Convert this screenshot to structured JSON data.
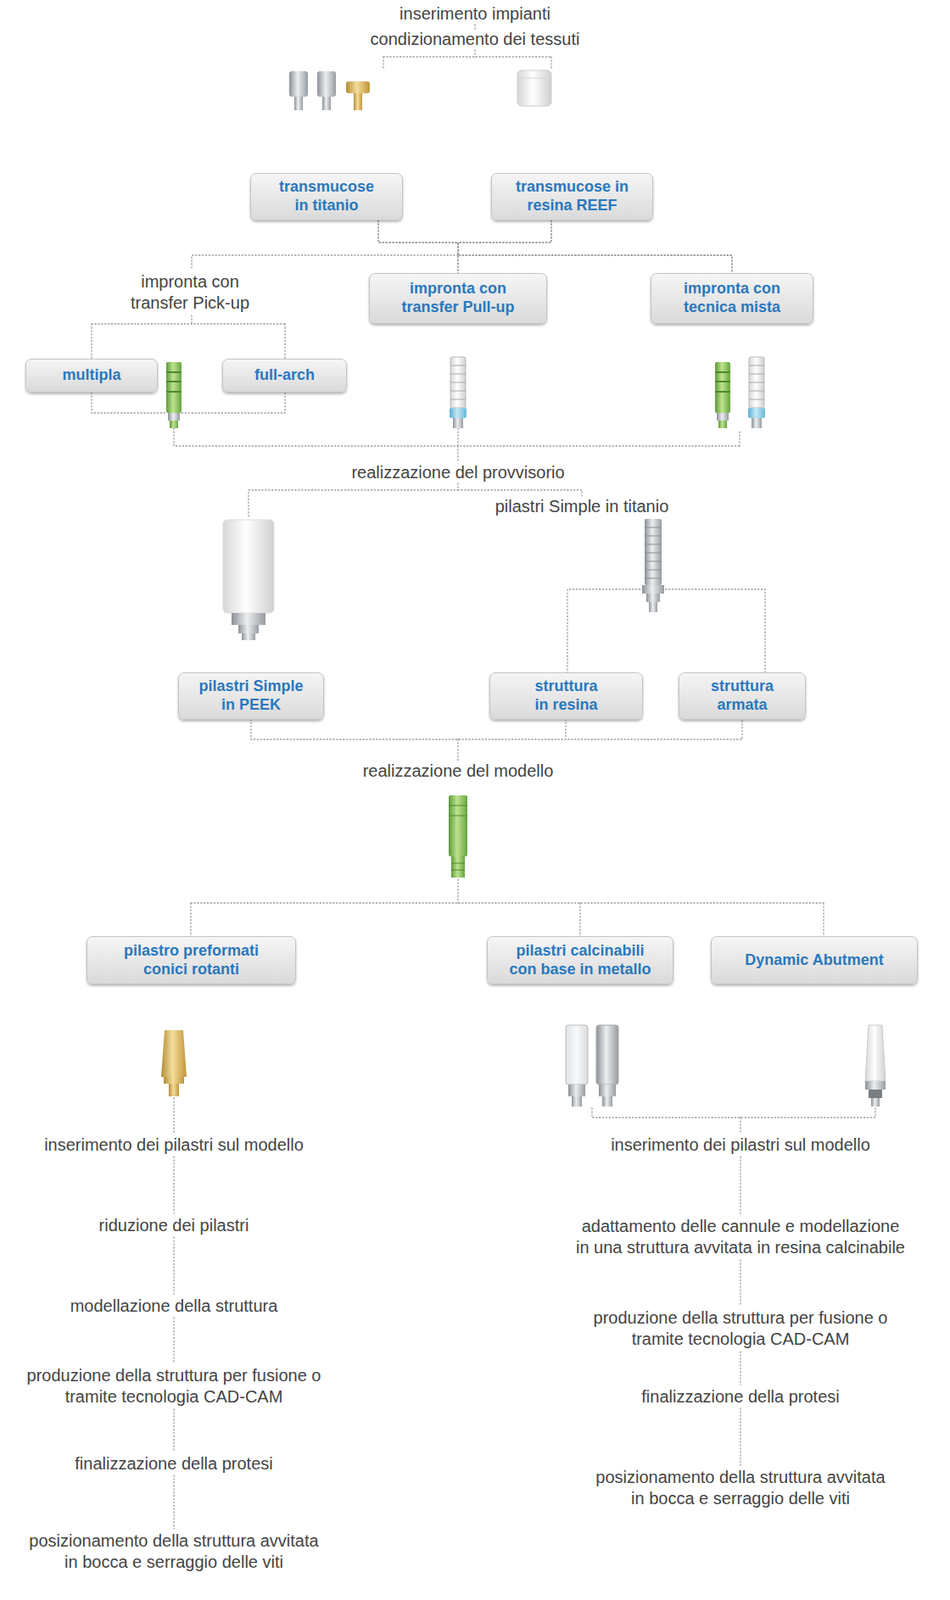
{
  "diagram": {
    "nodes": [
      {
        "text": [
          "transmucose in titanio"
        ]
      },
      {
        "text": [
          "transmucose in resina REEF"
        ]
      },
      {
        "text": [
          "impronta con transfer Pull-up"
        ]
      },
      {
        "text": [
          "impronta con tecnica mista"
        ]
      },
      {
        "text": [
          "multipla"
        ]
      },
      {
        "text": [
          "full-arch"
        ]
      },
      {
        "text": [
          "pilastri Simple in PEEK"
        ]
      },
      {
        "text": [
          "struttura in resina"
        ]
      },
      {
        "text": [
          "struttura armata"
        ]
      },
      {
        "text": [
          "pilastro preformati conici rotanti"
        ]
      },
      {
        "text": [
          "pilastri calcinabili con base in metallo"
        ]
      },
      {
        "text": [
          "Dynamic Abutment"
        ]
      }
    ],
    "edges": [
      {
        "from": 0,
        "to": 2,
        "arrow": "none"
      },
      {
        "from": 0,
        "to": 3,
        "arrow": "none"
      },
      {
        "from": 1,
        "to": 2,
        "arrow": "none"
      },
      {
        "from": 1,
        "to": 3,
        "arrow": "none"
      }
    ],
    "labels": [
      "inserimento impianti",
      "condizionamento dei tessuti",
      "impronta con transfer Pick-up",
      "realizzazione del provvisorio",
      "pilastri Simple in titanio",
      "realizzazione del modello",
      "inserimento dei pilastri sul modello",
      "riduzione dei pilastri",
      "modellazione della struttura",
      "produzione della struttura per fusione o tramite tecnologia CAD-CAM",
      "finalizzazione della protesi",
      "posizionamento della struttura avvitata in bocca e serraggio delle viti",
      "inserimento dei pilastri sul modello",
      "adattamento delle cannule e modellazione in una struttura avvitata in resina calcinabile",
      "produzione della struttura per fusione o tramite tecnologia CAD-CAM",
      "finalizzazione della protesi",
      "posizionamento della struttura avvitata in bocca e serraggio delle viti"
    ]
  }
}
